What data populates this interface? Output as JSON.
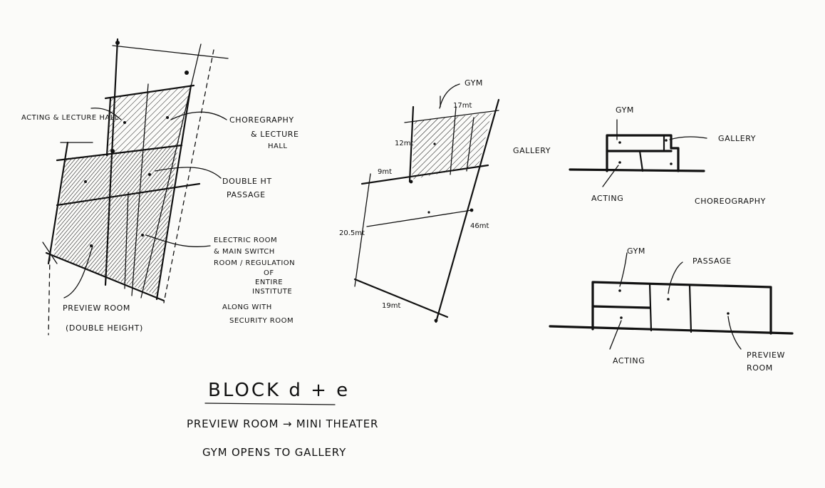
{
  "plan_left": {
    "acting_lecture_hall": "ACTING & LECTURE HALL",
    "choreography_lecture_hall_1": "CHOREGRAPHY",
    "choreography_lecture_hall_2": "& LECTURE",
    "choreography_lecture_hall_3": "HALL",
    "double_ht_passage_1": "DOUBLE HT",
    "double_ht_passage_2": "PASSAGE",
    "electric_room_1": "ELECTRIC ROOM",
    "electric_room_2": "& MAIN SWITCH",
    "electric_room_3": "ROOM / REGULATION",
    "electric_room_4": "OF",
    "electric_room_5": "ENTIRE",
    "electric_room_6": "INSTITUTE",
    "along_with_1": "ALONG WITH",
    "along_with_2": "SECURITY ROOM",
    "preview_room": "PREVIEW ROOM",
    "double_height": "(DOUBLE HEIGHT)"
  },
  "plan_middle": {
    "gym": "GYM",
    "gallery": "GALLERY",
    "dim_top": "17mt",
    "dim_left_upper": "12mt",
    "dim_left_mid": "9mt",
    "dim_left_long": "20.5mt",
    "dim_right_long": "46mt",
    "dim_bottom": "19mt"
  },
  "section_upper": {
    "gym": "GYM",
    "gallery": "GALLERY",
    "acting": "ACTING",
    "choreography": "CHOREOGRAPHY"
  },
  "section_lower": {
    "gym": "GYM",
    "passage": "PASSAGE",
    "acting": "ACTING",
    "preview_room_1": "PREVIEW",
    "preview_room_2": "ROOM"
  },
  "notes": {
    "title": "BLOCK d + e",
    "note_1": "PREVIEW ROOM → MINI THEATER",
    "note_2": "GYM OPENS TO GALLERY"
  }
}
